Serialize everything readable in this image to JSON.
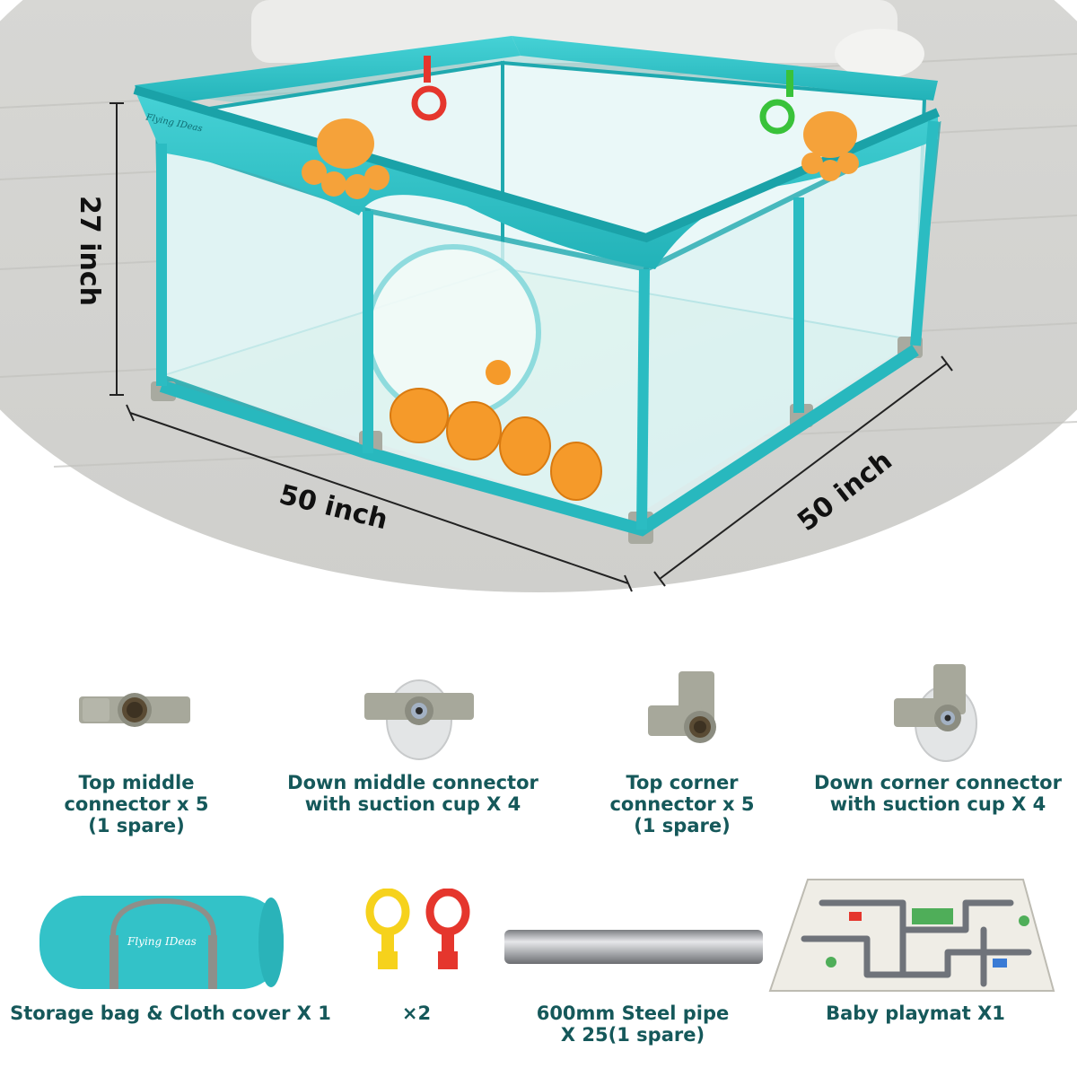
{
  "dimensions": {
    "height": "27 inch",
    "width": "50 inch",
    "depth": "50 inch"
  },
  "playpen": {
    "brand_print": "Flying IDeas"
  },
  "parts": [
    {
      "name": "top-middle-connector",
      "lines": [
        "Top middle",
        "connector x 5",
        "(1 spare)"
      ]
    },
    {
      "name": "down-middle-connector",
      "lines": [
        "Down middle connector",
        "with suction cup X 4"
      ]
    },
    {
      "name": "top-corner-connector",
      "lines": [
        "Top corner",
        "connector x 5",
        "(1 spare)"
      ]
    },
    {
      "name": "down-corner-connector",
      "lines": [
        "Down corner connector",
        "with suction cup X 4"
      ]
    },
    {
      "name": "storage-bag",
      "lines": [
        "Storage bag & Cloth cover X 1"
      ],
      "brand_print": "Flying IDeas"
    },
    {
      "name": "pull-rings",
      "lines": [
        "×2"
      ]
    },
    {
      "name": "steel-pipe",
      "lines": [
        "600mm Steel pipe",
        "X 25(1 spare)"
      ]
    },
    {
      "name": "baby-playmat",
      "lines": [
        "Baby playmat X1"
      ]
    }
  ],
  "colors": {
    "playpen_teal": "#35c6cb",
    "caption_text": "#15585a",
    "connector_gray": "#a7a89b",
    "ring_yellow": "#f6d21c",
    "ring_red": "#e5362d",
    "ball_orange": "#f59a2a"
  }
}
